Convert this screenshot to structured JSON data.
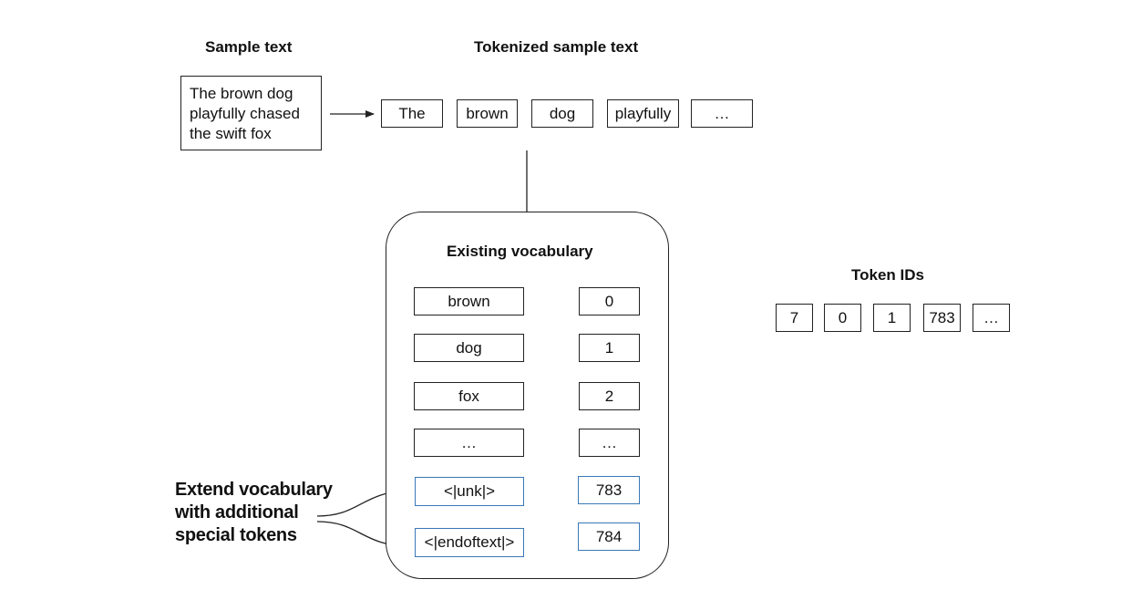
{
  "headings": {
    "sample_text": "Sample text",
    "tokenized": "Tokenized sample text",
    "vocabulary": "Existing vocabulary",
    "token_ids": "Token IDs"
  },
  "sample_lines": [
    "The brown dog",
    "playfully chased",
    "the swift fox"
  ],
  "tokens": [
    "The",
    "brown",
    "dog",
    "playfully",
    "…"
  ],
  "vocabulary": [
    {
      "token": "brown",
      "id": "0",
      "special": false
    },
    {
      "token": "dog",
      "id": "1",
      "special": false
    },
    {
      "token": "fox",
      "id": "2",
      "special": false
    },
    {
      "token": "…",
      "id": "…",
      "special": false
    },
    {
      "token": "<|unk|>",
      "id": "783",
      "special": true
    },
    {
      "token": "<|endoftext|>",
      "id": "784",
      "special": true
    }
  ],
  "token_ids": [
    "7",
    "0",
    "1",
    "783",
    "…"
  ],
  "callout_lines": [
    "Extend vocabulary",
    "with additional",
    "special tokens"
  ],
  "colors": {
    "line": "#222222",
    "special": "#3a78b8"
  }
}
